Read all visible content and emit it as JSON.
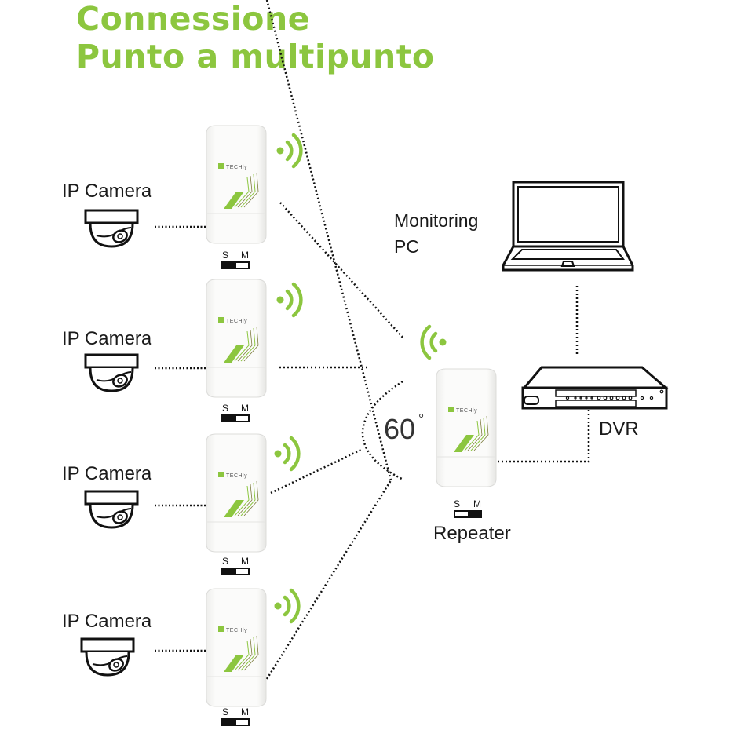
{
  "title": {
    "line1": "Connessione",
    "line2": "Punto a multipunto"
  },
  "colors": {
    "accent_green": "#8cc63f",
    "line_black": "#111111",
    "device_white": "#f7f7f5"
  },
  "cameras": [
    {
      "label": "IP Camera",
      "icon": "dome-camera-icon"
    },
    {
      "label": "IP Camera",
      "icon": "dome-camera-icon"
    },
    {
      "label": "IP Camera",
      "icon": "dome-camera-icon"
    },
    {
      "label": "IP Camera",
      "icon": "dome-camera-icon"
    }
  ],
  "stations": [
    {
      "brand": "TECHly",
      "switch": {
        "left": "S",
        "right": "M",
        "position": "M"
      }
    },
    {
      "brand": "TECHly",
      "switch": {
        "left": "S",
        "right": "M",
        "position": "M"
      }
    },
    {
      "brand": "TECHly",
      "switch": {
        "left": "S",
        "right": "M",
        "position": "M"
      }
    },
    {
      "brand": "TECHly",
      "switch": {
        "left": "S",
        "right": "M",
        "position": "M"
      }
    }
  ],
  "repeater": {
    "label": "Repeater",
    "brand": "TECHly",
    "switch": {
      "left": "S",
      "right": "M",
      "position": "S"
    },
    "angle": "60",
    "angle_unit": "°"
  },
  "monitoring_pc": {
    "label_line1": "Monitoring",
    "label_line2": "PC",
    "icon": "laptop-icon"
  },
  "dvr": {
    "label": "DVR",
    "icon": "dvr-recorder-icon"
  }
}
